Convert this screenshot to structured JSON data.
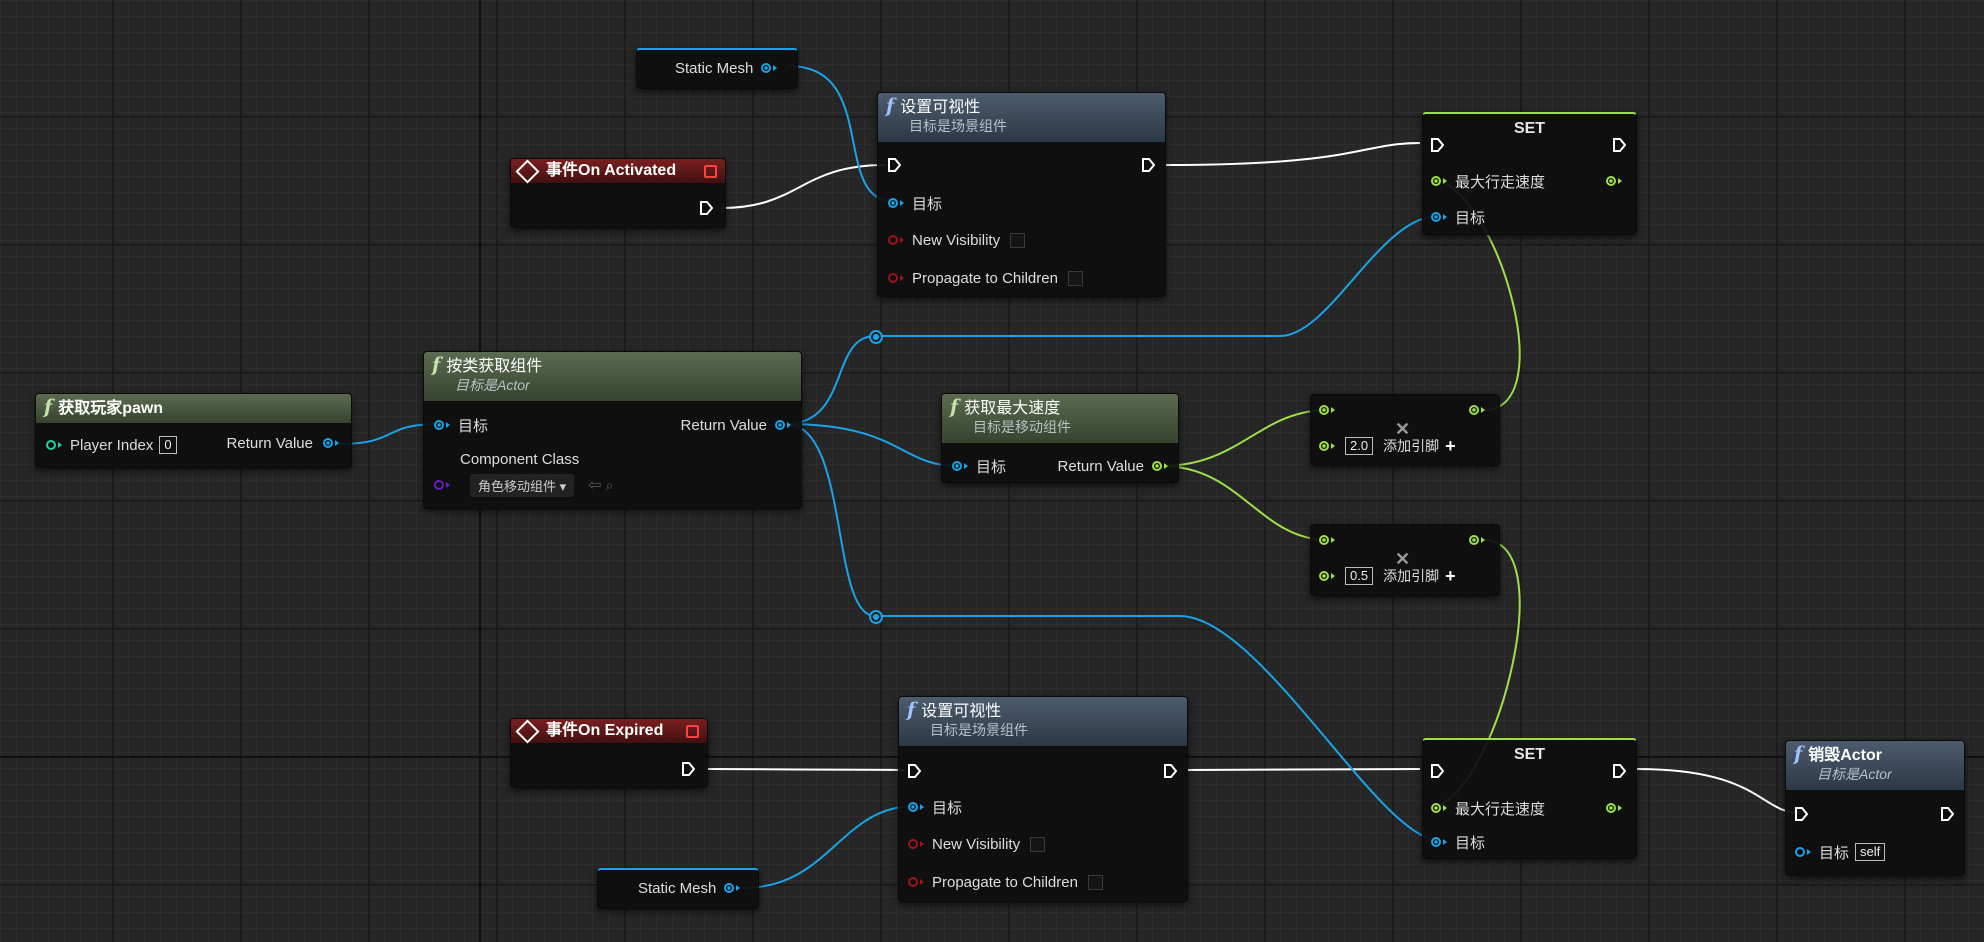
{
  "colors": {
    "exec_wire": "#ffffff",
    "object_wire": "#1aa3e6",
    "float_wire": "#9ee04a",
    "bool_pin": "#a01414",
    "int_pin": "#21d1a6",
    "class_pin": "#6a1cc7",
    "event_header": "#7a1f1f",
    "function_header": "#3f4f61",
    "pure_header": "#4f5f46"
  },
  "nodes": {
    "static_mesh_top": {
      "label": "Static Mesh"
    },
    "static_mesh_bottom": {
      "label": "Static Mesh"
    },
    "event_activated": {
      "title": "事件On Activated"
    },
    "event_expired": {
      "title": "事件On Expired"
    },
    "set_visibility_top": {
      "title": "设置可视性",
      "subtitle": "目标是场景组件",
      "target": "目标",
      "new_visibility": "New Visibility",
      "propagate": "Propagate to Children"
    },
    "set_visibility_bottom": {
      "title": "设置可视性",
      "subtitle": "目标是场景组件",
      "target": "目标",
      "new_visibility": "New Visibility",
      "propagate": "Propagate to Children"
    },
    "get_player_pawn": {
      "title": "获取玩家pawn",
      "player_index": "Player Index",
      "player_index_value": "0",
      "return_value": "Return Value"
    },
    "get_component_by_class": {
      "title": "按类获取组件",
      "subtitle": "目标是Actor",
      "target": "目标",
      "return_value": "Return Value",
      "component_class": "Component Class",
      "component_class_value": "角色移动组件"
    },
    "get_max_speed": {
      "title": "获取最大速度",
      "subtitle": "目标是移动组件",
      "target": "目标",
      "return_value": "Return Value"
    },
    "multiply_top": {
      "value": "2.0",
      "add_pin": "添加引脚"
    },
    "multiply_bottom": {
      "value": "0.5",
      "add_pin": "添加引脚"
    },
    "set_top": {
      "title": "SET",
      "max_walk_speed": "最大行走速度",
      "target": "目标"
    },
    "set_bottom": {
      "title": "SET",
      "max_walk_speed": "最大行走速度",
      "target": "目标"
    },
    "destroy_actor": {
      "title": "销毁Actor",
      "subtitle": "目标是Actor",
      "target": "目标",
      "target_value": "self"
    }
  }
}
